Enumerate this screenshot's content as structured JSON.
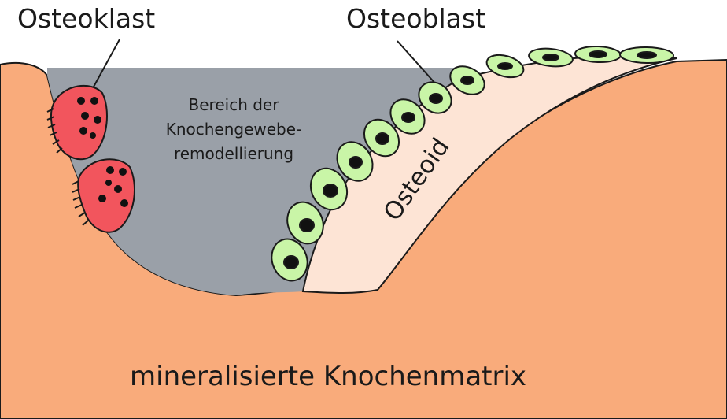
{
  "labels": {
    "osteoclast": "Osteoklast",
    "osteoblast": "Osteoblast",
    "remodeling_area": [
      "Bereich der",
      "Knochengewebe-",
      "remodellierung"
    ],
    "osteoid": "Osteoid",
    "matrix": "mineralisierte Knochenmatrix"
  },
  "colors": {
    "bone_matrix": "#f9ab7b",
    "remodeling_area": "#9aa0a8",
    "osteoid": "#fde4d5",
    "osteoblast": "#c9f5a7",
    "osteoclast": "#f2555d",
    "nucleus": "#111111",
    "outline": "#1a1a1a"
  }
}
